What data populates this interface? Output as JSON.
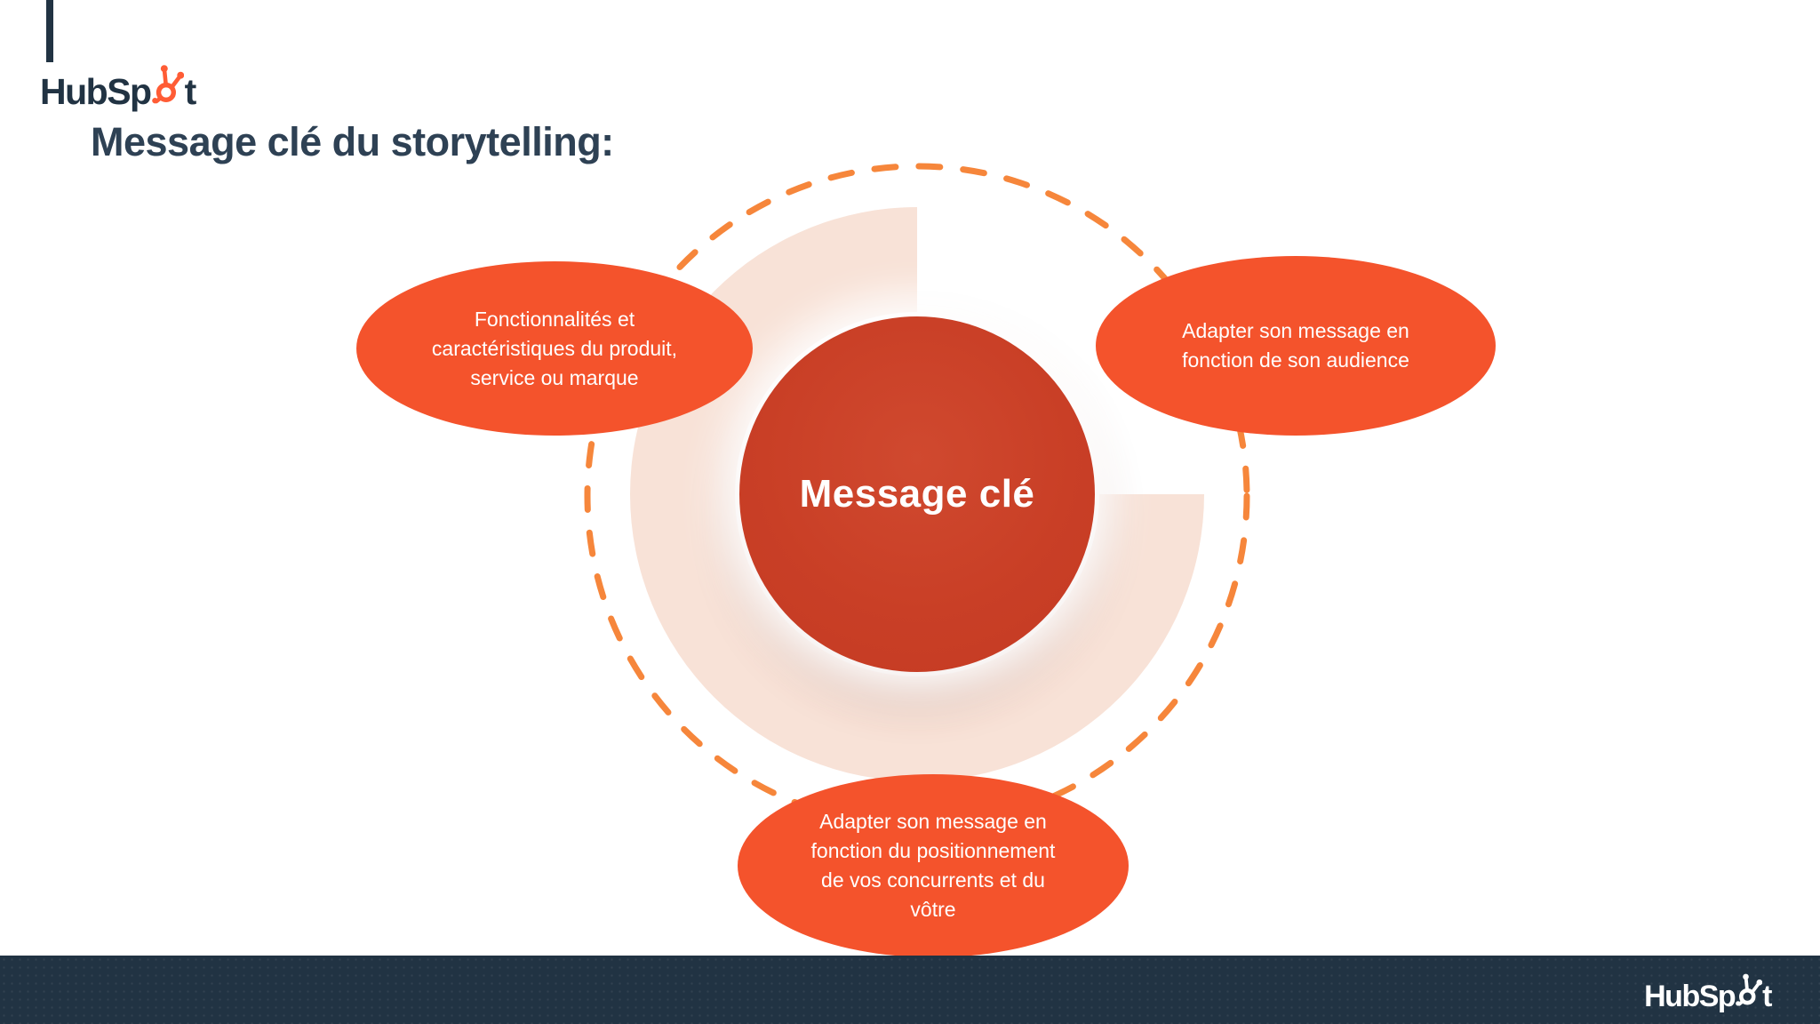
{
  "page": {
    "title": "Message clé du storytelling:"
  },
  "brand": {
    "name": "HubSpot",
    "logo_prefix": "HubSp",
    "logo_suffix": "t"
  },
  "diagram": {
    "center": {
      "label": "Message clé"
    },
    "bubbles": {
      "left": {
        "text": "Fonctionnalités et\ncaractéristiques du produit,\nservice ou marque"
      },
      "right": {
        "text": "Adapter son message en\nfonction de son audience"
      },
      "bottom": {
        "text": "Adapter son message en\nfonction du positionnement\nde vos concurrents et du\nvôtre"
      }
    }
  },
  "colors": {
    "bubble_orange": "#F4532C",
    "center_red": "#C93F26",
    "dash_orange": "#F6863B",
    "peach_arc": "#F8E2D7",
    "navy": "#213343",
    "heading_text": "#2E4154",
    "logo_sprocket_orange": "#FF5C35",
    "text_on_orange": "#FFFFFF"
  }
}
